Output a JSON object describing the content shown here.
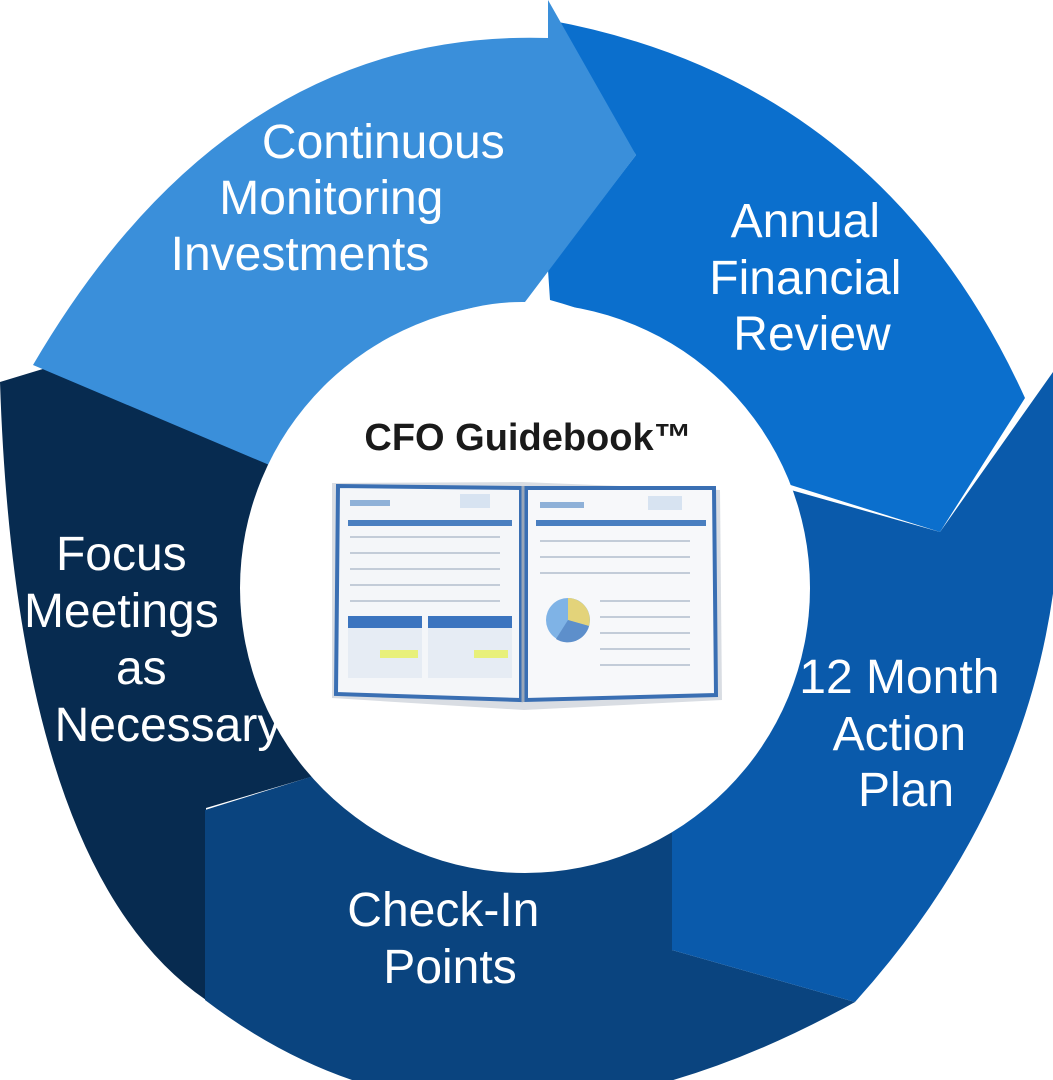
{
  "center": {
    "title": "CFO Guidebook™"
  },
  "segments": [
    {
      "id": "continuous-monitoring",
      "lines": [
        "Continuous",
        "Monitoring",
        "Investments"
      ],
      "color": "#3a8fda"
    },
    {
      "id": "annual-financial-review",
      "lines": [
        "Annual",
        "Financial",
        "Review"
      ],
      "color": "#0b6fcd"
    },
    {
      "id": "twelve-month-action-plan",
      "lines": [
        "12 Month",
        "Action",
        "Plan"
      ],
      "color": "#0a5aab"
    },
    {
      "id": "check-in-points",
      "lines": [
        "Check-In",
        "Points"
      ],
      "color": "#0a447f"
    },
    {
      "id": "focus-meetings",
      "lines": [
        "Focus",
        "Meetings",
        "as",
        "Necessary"
      ],
      "color": "#072b50"
    }
  ],
  "icons": {
    "center": "guidebook-image-icon"
  }
}
